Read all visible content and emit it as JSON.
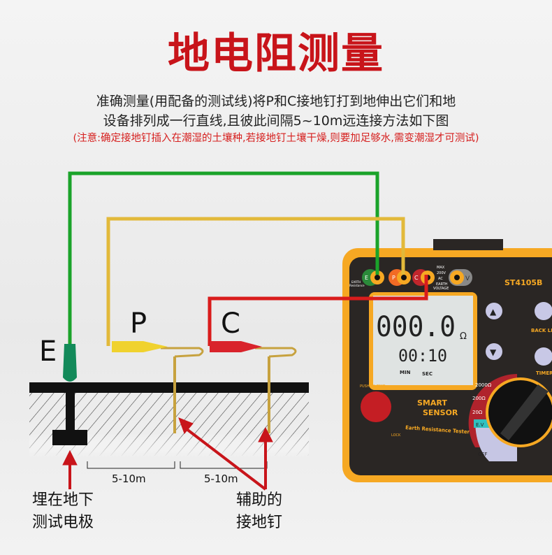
{
  "title": "地电阻测量",
  "description": {
    "line1": "准确测量(用配备的测试线)将P和C接地钉打到地伸出它们和地",
    "line2": "设备排列成一行直线,且彼此间隔5~10m远连接方法如下图",
    "note": "(注意:确定接地钉插入在潮湿的土壤种,若接地钉土壤干燥,则要加足够水,需变潮湿才可测试)"
  },
  "diagram": {
    "label_e": "E",
    "label_p": "P",
    "label_c": "C",
    "distance_1": "5-10m",
    "distance_2": "5-10m",
    "caption_left": [
      "埋在地下",
      "测试电极"
    ],
    "caption_right": [
      "辅助的",
      "接地钉"
    ]
  },
  "device": {
    "model": "ST4105B",
    "terminals": [
      "E",
      "P",
      "C",
      "V"
    ],
    "warning_text": [
      "MAX",
      "200V",
      "AC",
      "EARTH",
      "VOLTAGE"
    ],
    "earth_label": [
      "EARTH",
      "Resistance"
    ],
    "display_main": "000.0",
    "display_unit": "Ω",
    "display_time": "00:10",
    "min_label": "MIN",
    "sec_label": "SEC",
    "back_light": "BACK LIGHT",
    "timer": "TIMER",
    "brand": [
      "SMART",
      "SENSOR"
    ],
    "product_name": "Earth Resistance Tester",
    "push_test": "PUSH TO TEST",
    "lock": "LOCK",
    "ranges": [
      "2000Ω",
      "200Ω",
      "20Ω",
      "E.V",
      "OFF"
    ]
  },
  "colors": {
    "title": "#c8141a",
    "green_wire": "#1aa32a",
    "yellow_wire": "#e2b93a",
    "red_wire": "#d91c1c",
    "device_orange": "#f6a823"
  }
}
